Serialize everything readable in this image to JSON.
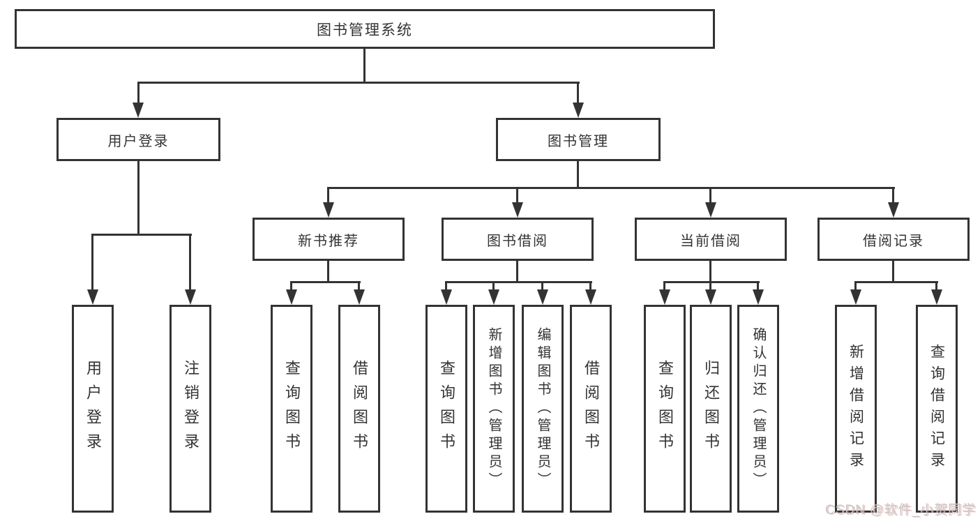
{
  "diagram_title": "图书管理系统",
  "tree": {
    "root": {
      "label": "图书管理系统"
    },
    "branches": [
      {
        "label": "用户登录",
        "children": [
          {
            "label": "用户登录"
          },
          {
            "label": "注销登录"
          }
        ]
      },
      {
        "label": "图书管理",
        "children": [
          {
            "label": "新书推荐",
            "children": [
              {
                "label": "查询图书"
              },
              {
                "label": "借阅图书"
              }
            ]
          },
          {
            "label": "图书借阅",
            "children": [
              {
                "label": "查询图书"
              },
              {
                "label": "新增图书（管理员）"
              },
              {
                "label": "编辑图书（管理员）"
              },
              {
                "label": "借阅图书"
              }
            ]
          },
          {
            "label": "当前借阅",
            "children": [
              {
                "label": "查询图书"
              },
              {
                "label": "归还图书"
              },
              {
                "label": "确认归还（管理员）"
              }
            ]
          },
          {
            "label": "借阅记录",
            "children": [
              {
                "label": "新增借阅记录"
              },
              {
                "label": "查询借阅记录"
              }
            ]
          }
        ]
      }
    ]
  },
  "watermark": {
    "text": "CSDN @软件_小贺同学"
  },
  "colors": {
    "line": "#333333",
    "text": "#333333",
    "background": "#ffffff",
    "watermark": "#c9c9c9"
  }
}
